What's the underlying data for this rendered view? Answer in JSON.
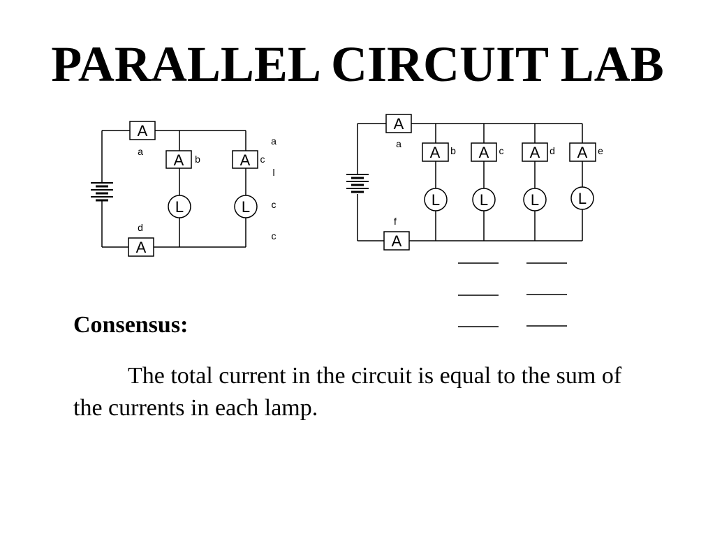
{
  "slide": {
    "title": "PARALLEL CIRCUIT LAB",
    "consensus_heading": "Consensus:",
    "consensus_text": "The total current in the circuit is equal to the sum of the currents in each lamp."
  },
  "symbols": {
    "ammeter": "A",
    "lamp": "L"
  },
  "circuit_left": {
    "points": [
      "a",
      "b",
      "c",
      "d"
    ],
    "edge_marks": [
      "a",
      "l",
      "c",
      "c"
    ]
  },
  "circuit_right": {
    "points": [
      "a",
      "b",
      "c",
      "d",
      "e",
      "f"
    ]
  },
  "colors": {
    "ink": "#000000",
    "background": "#ffffff"
  }
}
